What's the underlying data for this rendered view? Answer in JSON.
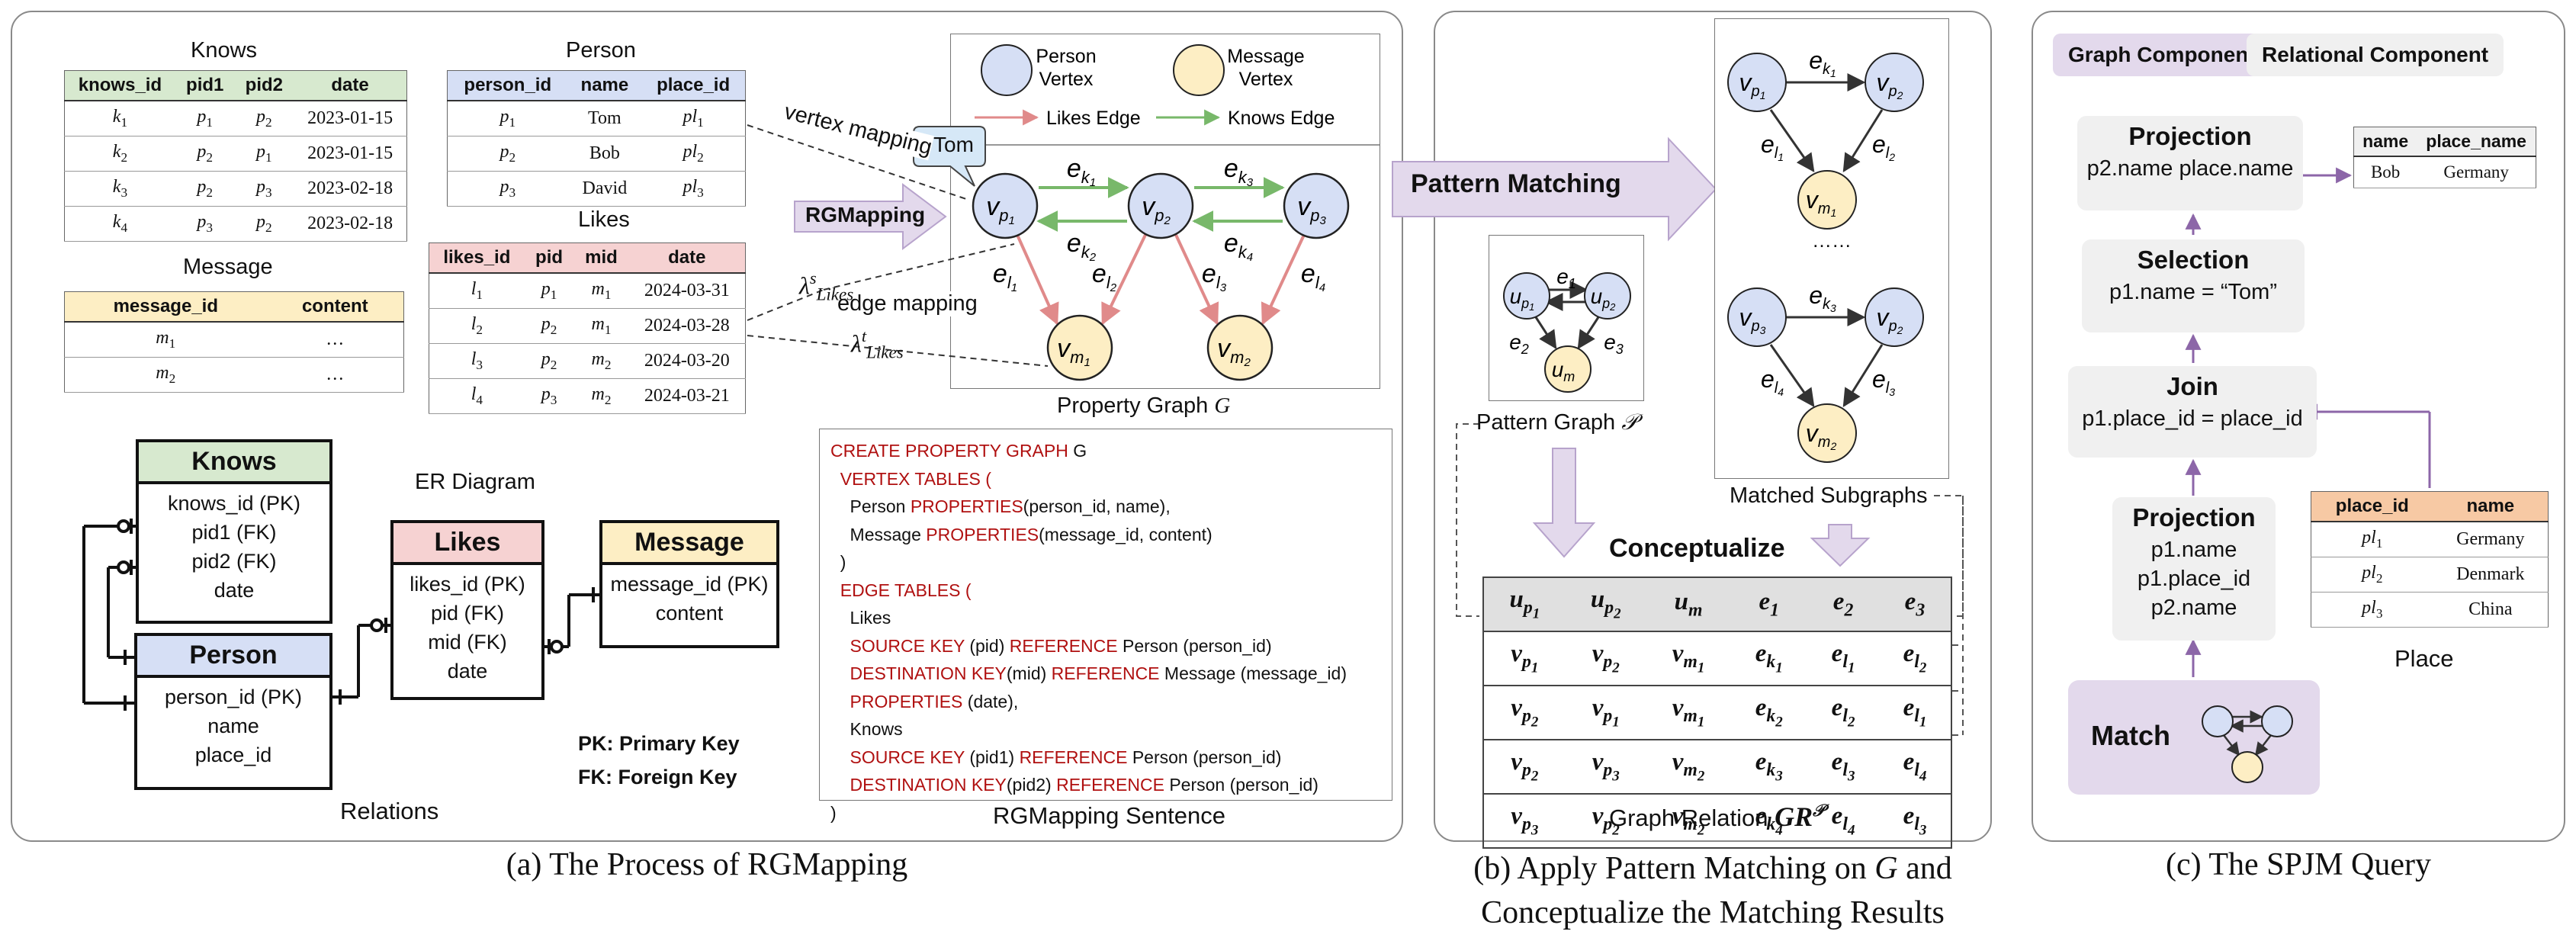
{
  "panel_a": {
    "caption": "(a) The Process of RGMapping",
    "relations_label": "Relations",
    "knows_table": {
      "title": "Knows",
      "headers": [
        "knows_id",
        "pid1",
        "pid2",
        "date"
      ],
      "rows": [
        [
          "k|1",
          "p|1",
          "p|2",
          "2023-01-15"
        ],
        [
          "k|2",
          "p|2",
          "p|1",
          "2023-01-15"
        ],
        [
          "k|3",
          "p|2",
          "p|3",
          "2023-02-18"
        ],
        [
          "k|4",
          "p|3",
          "p|2",
          "2023-02-18"
        ]
      ]
    },
    "person_table": {
      "title": "Person",
      "headers": [
        "person_id",
        "name",
        "place_id"
      ],
      "rows": [
        [
          "p|1",
          "Tom",
          "pl|1"
        ],
        [
          "p|2",
          "Bob",
          "pl|2"
        ],
        [
          "p|3",
          "David",
          "pl|3"
        ]
      ]
    },
    "likes_table": {
      "title": "Likes",
      "headers": [
        "likes_id",
        "pid",
        "mid",
        "date"
      ],
      "rows": [
        [
          "l|1",
          "p|1",
          "m|1",
          "2024-03-31"
        ],
        [
          "l|2",
          "p|2",
          "m|1",
          "2024-03-28"
        ],
        [
          "l|3",
          "p|2",
          "m|2",
          "2024-03-20"
        ],
        [
          "l|4",
          "p|3",
          "m|2",
          "2024-03-21"
        ]
      ]
    },
    "message_table": {
      "title": "Message",
      "headers": [
        "message_id",
        "content"
      ],
      "rows": [
        [
          "m|1",
          "…"
        ],
        [
          "m|2",
          "…"
        ]
      ]
    },
    "er": {
      "title": "ER Diagram",
      "knows": {
        "name": "Knows",
        "attrs": [
          "knows_id (PK)",
          "pid1 (FK)",
          "pid2 (FK)",
          "date"
        ]
      },
      "person": {
        "name": "Person",
        "attrs": [
          "person_id (PK)",
          "name",
          "place_id"
        ]
      },
      "likes": {
        "name": "Likes",
        "attrs": [
          "likes_id (PK)",
          "pid (FK)",
          "mid (FK)",
          "date"
        ]
      },
      "message": {
        "name": "Message",
        "attrs": [
          "message_id (PK)",
          "content"
        ]
      },
      "pk_note": "PK: Primary Key",
      "fk_note": "FK: Foreign Key"
    },
    "mapping_labels": {
      "vertex_mapping": "vertex mapping",
      "edge_mapping": "edge mapping",
      "rgmapping": "RGMapping",
      "tom_callout": "Tom",
      "lambda_s": "λ",
      "lambda_s_sup": "s",
      "lambda_t_sup": "t",
      "lambda_sub": "Likes"
    },
    "property_graph": {
      "caption_text": "Property Graph",
      "caption_var": "G",
      "legend": {
        "person_vertex": "Person Vertex",
        "message_vertex": "Message Vertex",
        "likes_edge": "Likes Edge",
        "knows_edge": "Knows Edge"
      },
      "colors": {
        "person": "#d6dff5",
        "message": "#fdeec4",
        "likes": "#e08a8a",
        "knows": "#78b86a"
      }
    },
    "sentence": {
      "caption": "RGMapping Sentence",
      "lines": [
        [
          {
            "k": 1,
            "t": "CREATE PROPERTY GRAPH "
          },
          {
            "k": 0,
            "t": "G"
          }
        ],
        [
          {
            "k": 1,
            "t": "  VERTEX TABLES ("
          }
        ],
        [
          {
            "k": 0,
            "t": "    Person "
          },
          {
            "k": 1,
            "t": "PROPERTIES"
          },
          {
            "k": 0,
            "t": "(person_id, name),"
          }
        ],
        [
          {
            "k": 0,
            "t": "    Message "
          },
          {
            "k": 1,
            "t": "PROPERTIES"
          },
          {
            "k": 0,
            "t": "(message_id, content)"
          }
        ],
        [
          {
            "k": 0,
            "t": "  )"
          }
        ],
        [
          {
            "k": 1,
            "t": "  EDGE TABLES ("
          }
        ],
        [
          {
            "k": 0,
            "t": "    Likes"
          }
        ],
        [
          {
            "k": 1,
            "t": "    SOURCE KEY "
          },
          {
            "k": 0,
            "t": "(pid) "
          },
          {
            "k": 1,
            "t": "REFERENCE "
          },
          {
            "k": 0,
            "t": "Person (person_id)"
          }
        ],
        [
          {
            "k": 1,
            "t": "    DESTINATION KEY"
          },
          {
            "k": 0,
            "t": "(mid) "
          },
          {
            "k": 1,
            "t": "REFERENCE "
          },
          {
            "k": 0,
            "t": "Message (message_id)"
          }
        ],
        [
          {
            "k": 1,
            "t": "    PROPERTIES "
          },
          {
            "k": 0,
            "t": "(date),"
          }
        ],
        [
          {
            "k": 0,
            "t": "    Knows"
          }
        ],
        [
          {
            "k": 1,
            "t": "    SOURCE KEY "
          },
          {
            "k": 0,
            "t": "(pid1) "
          },
          {
            "k": 1,
            "t": "REFERENCE "
          },
          {
            "k": 0,
            "t": "Person (person_id)"
          }
        ],
        [
          {
            "k": 1,
            "t": "    DESTINATION KEY"
          },
          {
            "k": 0,
            "t": "(pid2) "
          },
          {
            "k": 1,
            "t": "REFERENCE "
          },
          {
            "k": 0,
            "t": "Person (person_id)"
          }
        ],
        [
          {
            "k": 0,
            "t": ")"
          }
        ]
      ]
    }
  },
  "panel_b": {
    "caption_line1": "(b) Apply Pattern Matching on ",
    "caption_var": "G",
    "caption_line1_end": " and",
    "caption_line2": "Conceptualize the Matching Results",
    "pattern_matching": "Pattern Matching",
    "pattern_graph_label": "Pattern Graph",
    "pattern_graph_var": "𝒫",
    "matched_subgraphs": "Matched Subgraphs",
    "ellipsis": "……",
    "conceptualize": "Conceptualize",
    "graph_relation_label": "Graph Relation",
    "graph_relation_var": "GR",
    "graph_relation_sup": "𝒫",
    "gr_headers": [
      "u|p1",
      "u|p2",
      "u|m",
      "e|1",
      "e|2",
      "e|3"
    ],
    "gr_rows": [
      [
        "v|p1",
        "v|p2",
        "v|m1",
        "e|k1",
        "e|l1",
        "e|l2"
      ],
      [
        "v|p2",
        "v|p1",
        "v|m1",
        "e|k2",
        "e|l2",
        "e|l1"
      ],
      [
        "v|p2",
        "v|p3",
        "v|m2",
        "e|k3",
        "e|l3",
        "e|l4"
      ],
      [
        "v|p3",
        "v|p2",
        "v|m2",
        "e|k4",
        "e|l4",
        "e|l3"
      ]
    ]
  },
  "panel_c": {
    "caption": "(c) The SPJM Query",
    "graph_component": "Graph Component",
    "relational_component": "Relational Component",
    "projection_top": {
      "title": "Projection",
      "body": [
        "p2.name place.name"
      ]
    },
    "selection": {
      "title": "Selection",
      "body": [
        "p1.name = “Tom”"
      ]
    },
    "join": {
      "title": "Join",
      "body": [
        "p1.place_id = place_id"
      ]
    },
    "projection_bottom": {
      "title": "Projection",
      "body": [
        "p1.name",
        "p1.place_id",
        "p2.name"
      ]
    },
    "match": "Match",
    "result_table": {
      "headers": [
        "name",
        "place_name"
      ],
      "rows": [
        [
          "Bob",
          "Germany"
        ]
      ]
    },
    "place_table": {
      "caption": "Place",
      "headers": [
        "place_id",
        "name"
      ],
      "rows": [
        [
          "pl|1",
          "Germany"
        ],
        [
          "pl|2",
          "Denmark"
        ],
        [
          "pl|3",
          "China"
        ]
      ]
    }
  }
}
